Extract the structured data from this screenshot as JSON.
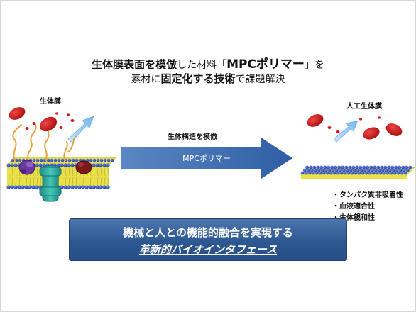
{
  "headline": {
    "line1_a": "生体膜表面を模倣",
    "line1_b": "した材料「",
    "line1_c": "MPCポリマー",
    "line1_d": "」を",
    "line2_a": "素材に",
    "line2_b": "固定化する技術",
    "line2_c": "で課題解決"
  },
  "left_panel": {
    "title": "生体膜"
  },
  "arrow": {
    "caption": "生体構造を模倣",
    "label": "MPCポリマー"
  },
  "right_panel": {
    "title": "人工生体膜",
    "properties": [
      "タンパク質非吸着性",
      "血液適合性",
      "生体親和性"
    ]
  },
  "banner": {
    "line1": "機械と人との機能的融合を実現する",
    "line2_a": "革新的",
    "line2_b": "バイオインタフェース"
  },
  "colors": {
    "membrane_yellow": "#e9e04a",
    "head_blue": "#2f55c8",
    "arrow_blue": "#3b68a8",
    "banner_blue": "#2e5891",
    "red_cell": "#d41818",
    "protein_teal": "#2aa59a",
    "protein_purple": "#6a3aa0",
    "protein_dark_red": "#7a1a1a",
    "chain_orange": "#e9a23a"
  }
}
